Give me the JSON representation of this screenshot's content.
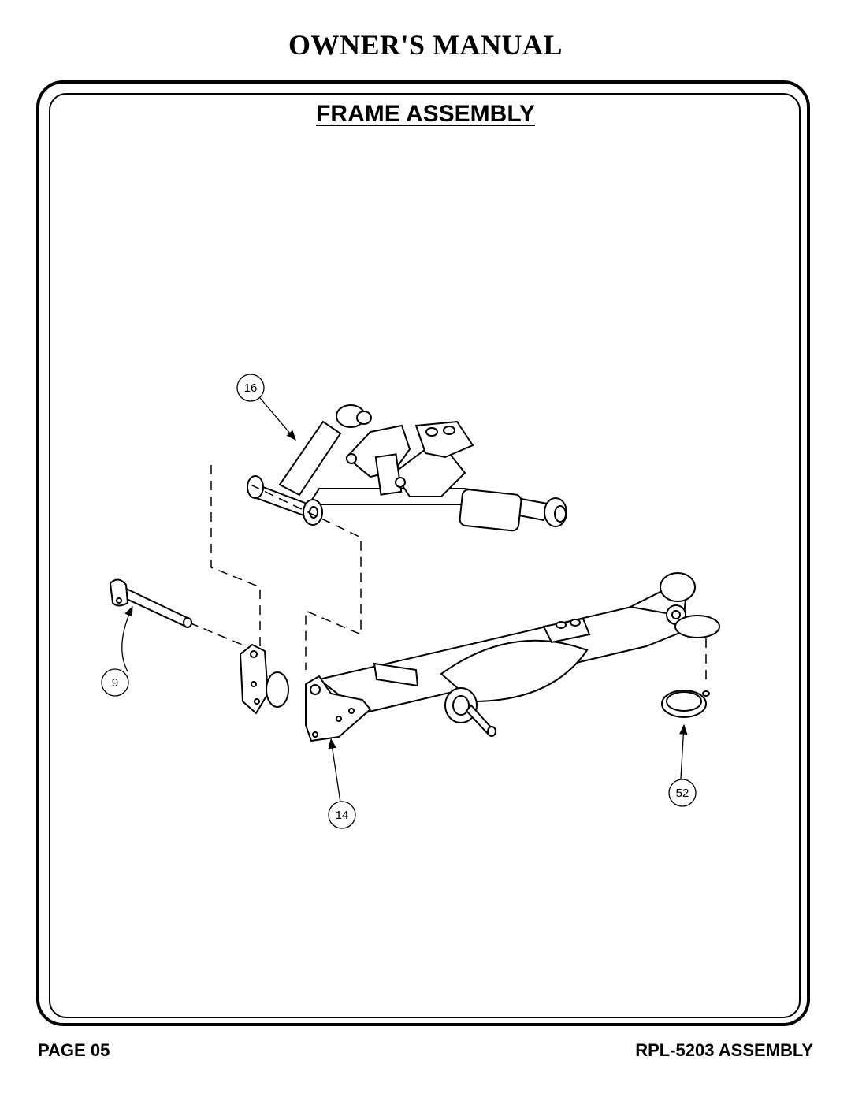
{
  "header": {
    "title": "OWNER'S MANUAL"
  },
  "section": {
    "title": "FRAME ASSEMBLY"
  },
  "diagram": {
    "callouts": [
      {
        "id": "callout-16",
        "label": "16"
      },
      {
        "id": "callout-9",
        "label": "9"
      },
      {
        "id": "callout-14",
        "label": "14"
      },
      {
        "id": "callout-52",
        "label": "52"
      }
    ]
  },
  "footer": {
    "page": "PAGE 05",
    "model": "RPL-5203 ASSEMBLY"
  }
}
